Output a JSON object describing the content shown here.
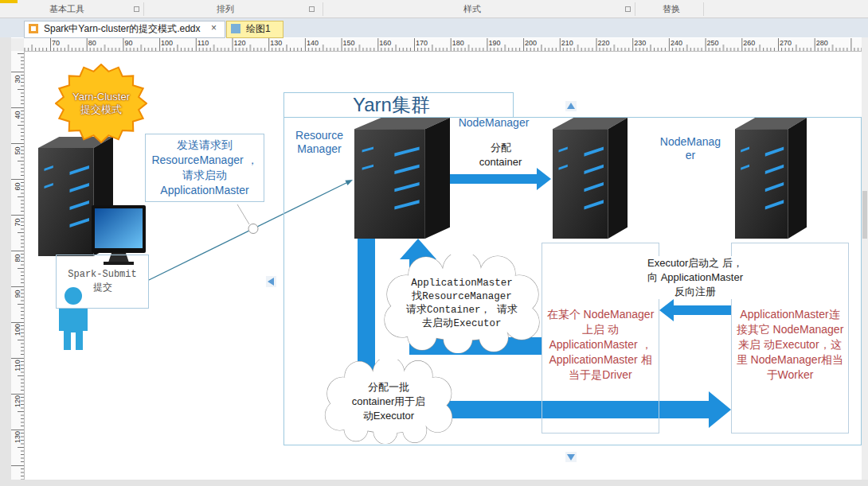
{
  "diagram": {
    "nodes": [
      {
        "text": [
          "Yarn-Cluster 提交模式"
        ]
      },
      {
        "text": [
          "发送请求到 ResourceManager ，请求启动 ApplicationMaster"
        ]
      },
      {
        "text": [
          "Spark-Submit 提交"
        ]
      },
      {
        "text": [
          "Yarn集群"
        ]
      },
      {
        "text": [
          "Resource Manager"
        ],
        "in": 3
      },
      {
        "text": [
          "NodeManager"
        ],
        "in": 3
      },
      {
        "text": [
          "NodeManag er"
        ],
        "in": 3
      },
      {
        "text": [
          "在某个 NodeManager上启 动ApplicationMaster ，ApplicationMaster 相当于是Driver"
        ],
        "in": 3
      },
      {
        "text": [
          "ApplicationMaster连 接其它 NodeManager来启 动Executor，这里 NodeManager相当 于Worker"
        ],
        "in": 3
      },
      {
        "text": [
          "ApplicationMaster 找ResourceManager 请求Container， 请求去启动Executor"
        ],
        "in": 3
      },
      {
        "text": [
          "分配一批 container用于启 动Executor"
        ],
        "in": 3
      }
    ],
    "edges": [
      {
        "from": 2,
        "to": 4,
        "arrow": "to"
      },
      {
        "from": 4,
        "to": 5,
        "label": "分配 container",
        "arrow": "to"
      },
      {
        "from": 8,
        "to": 7,
        "label": "Executor启动之 后，向 ApplicationMaster 反向注册",
        "arrow": "to"
      },
      {
        "from": 7,
        "to": 4,
        "arrow": "to"
      },
      {
        "from": 4,
        "to": 8,
        "arrow": "to"
      }
    ],
    "labels": [
      "基本工具",
      "排列",
      "样式",
      "替换",
      "Spark中Yarn-cluster的提交模式.eddx",
      "×",
      "绘图1",
      "70",
      "80",
      "90",
      "100",
      "110",
      "120",
      "130",
      "140",
      "150",
      "160",
      "170",
      "180",
      "190",
      "200",
      "210",
      "220",
      "230",
      "240",
      "250",
      "260",
      "270",
      "280",
      "30",
      "40",
      "50",
      "60",
      "70",
      "80",
      "90",
      "100",
      "110",
      "120",
      "130"
    ]
  }
}
